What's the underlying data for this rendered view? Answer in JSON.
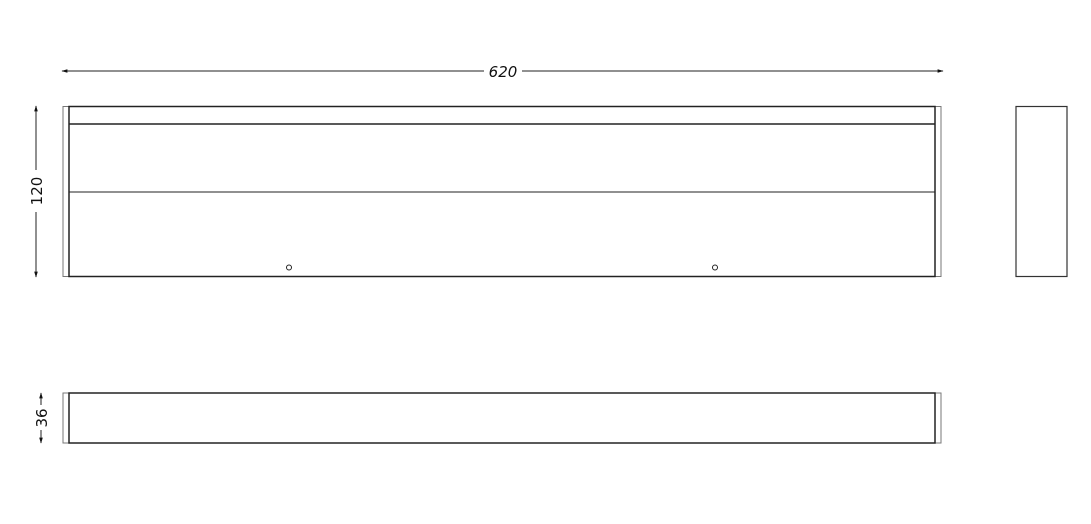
{
  "drawing": {
    "type": "technical-drawing",
    "units": "mm",
    "colors": {
      "line": "#222222",
      "background": "#ffffff",
      "end_cap": "#777777"
    },
    "dimensions": {
      "width": "620",
      "height": "120",
      "depth": "36"
    },
    "views": [
      {
        "name": "front-view",
        "features": [
          "top-strip",
          "horizontal-divider",
          "two-mounting-holes",
          "end-caps"
        ]
      },
      {
        "name": "side-view"
      },
      {
        "name": "top-view",
        "features": [
          "end-caps"
        ]
      }
    ]
  }
}
